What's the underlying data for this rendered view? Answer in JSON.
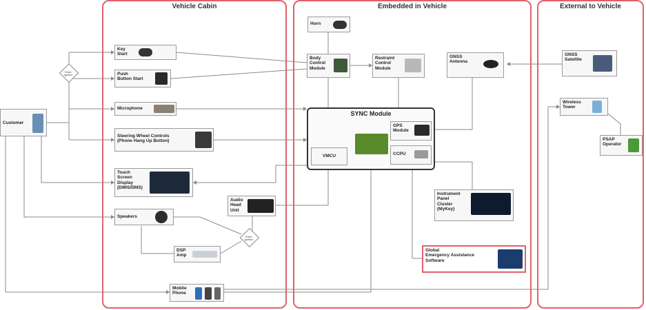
{
  "regions": {
    "cabin": "Vehicle Cabin",
    "embedded": "Embedded in Vehicle",
    "external": "External to Vehicle"
  },
  "cabin": {
    "key_start": "Key\nStart",
    "push_start": "Push\nButton Start",
    "microphone": "Microphone",
    "steering": "Steering Wheel Controls\n(Phone Hang Up Button)",
    "touch_screen": "Touch\nScreen\nDisplay\n(DIMS/DMS)",
    "speakers": "Speakers",
    "dsp": "DSP\nAmp",
    "audio_head": "Audio\nHead\nUnit",
    "mobile": "Mobile\nPhone"
  },
  "customer": "Customer",
  "embedded": {
    "horn": "Horn",
    "bcm": "Body\nControl\nModule",
    "rcm": "Restraint\nControl\nModule",
    "gnss_antenna": "GNSS\nAntenna",
    "sync_title": "SYNC Module",
    "vmcu": "VMCU",
    "gps": "GPS\nModule",
    "ccpu": "CCPU",
    "ipc": "Instrument\nPanel\nCluster\n(MyKey)",
    "global_assist": "Global\nEmergency Assistance\nSoftware"
  },
  "external": {
    "gnss_satellite": "GNSS\nSatellite",
    "wireless_tower": "Wireless\nTower",
    "psap": "PSAP\nOperator"
  },
  "colors": {
    "region_border": "#e0606a",
    "wire": "#8a8a8a"
  }
}
